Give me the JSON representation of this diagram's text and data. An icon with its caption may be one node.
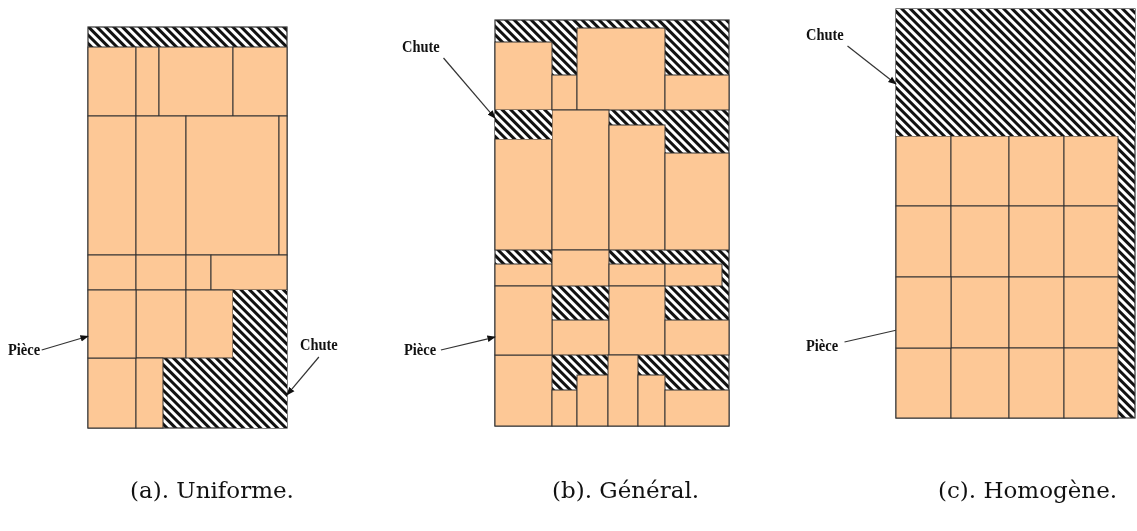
{
  "diagram": {
    "nodes": [
      {
        "text": [
          "Pièce"
        ]
      },
      {
        "text": [],
        "shape": "box"
      },
      {
        "text": [
          "Chute"
        ]
      },
      {
        "text": [],
        "shape": "box"
      },
      {
        "text": [
          "Chute"
        ]
      },
      {
        "text": [],
        "shape": "box"
      },
      {
        "text": [
          "Pièce"
        ]
      },
      {
        "text": [],
        "shape": "box"
      },
      {
        "text": [
          "Chute"
        ]
      },
      {
        "text": [],
        "shape": "box"
      },
      {
        "text": [
          "Pièce"
        ]
      },
      {
        "text": [],
        "shape": "box"
      }
    ],
    "edges": [
      {
        "from": 0,
        "to": 1,
        "arrow": "to"
      },
      {
        "from": 2,
        "to": 3,
        "arrow": "to"
      },
      {
        "from": 4,
        "to": 5,
        "arrow": "to"
      },
      {
        "from": 6,
        "to": 7,
        "arrow": "to"
      },
      {
        "from": 8,
        "to": 9,
        "arrow": "to"
      },
      {
        "from": 10,
        "to": 11,
        "arrow": "none"
      }
    ],
    "labels": [
      "(a). Uniforme.",
      "(b). Général.",
      "(c). Homogène."
    ]
  }
}
